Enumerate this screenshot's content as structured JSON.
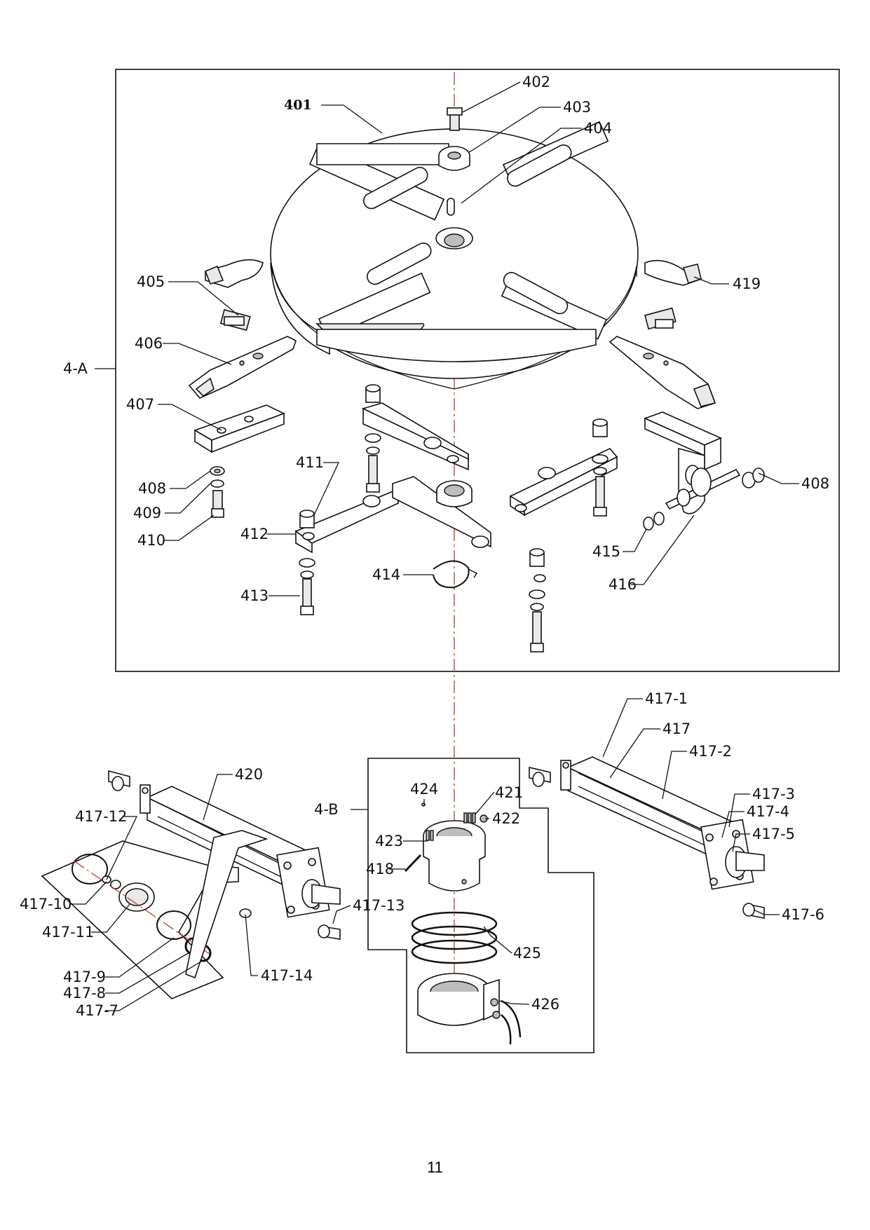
{
  "labels": {
    "p401": "401",
    "p402": "402",
    "p403": "403",
    "p404": "404",
    "p405": "405",
    "p406": "406",
    "p407": "407",
    "p408a": "408",
    "p408b": "408",
    "p409": "409",
    "p410": "410",
    "p411": "411",
    "p412": "412",
    "p413": "413",
    "p414": "414",
    "p415": "415",
    "p416": "416",
    "p417": "417",
    "p417_1": "417-1",
    "p417_2": "417-2",
    "p417_3": "417-3",
    "p417_4": "417-4",
    "p417_5": "417-5",
    "p417_6": "417-6",
    "p417_7": "417-7",
    "p417_8": "417-8",
    "p417_9": "417-9",
    "p417_10": "417-10",
    "p417_11": "417-11",
    "p417_12": "417-12",
    "p417_13": "417-13",
    "p417_14": "417-14",
    "p418": "418",
    "p419": "419",
    "p420": "420",
    "p421": "421",
    "p422": "422",
    "p423": "423",
    "p424": "424",
    "p425": "425",
    "p426": "426"
  },
  "groups": {
    "groupA": "4-A",
    "groupB": "4-B"
  },
  "page_number": "11",
  "colors": {
    "line": "#111111",
    "center_axis": "#c0392b",
    "shade": "#bdbdbd"
  }
}
